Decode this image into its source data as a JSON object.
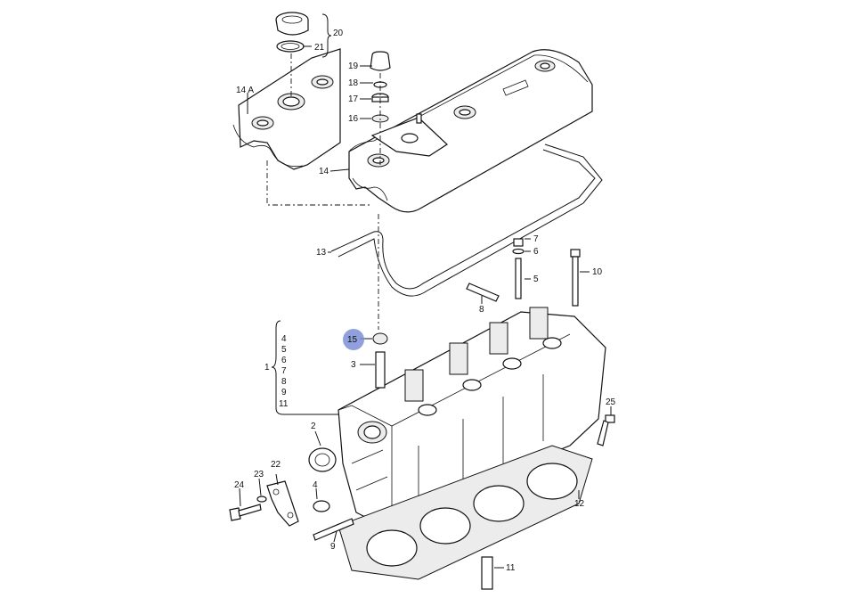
{
  "labels": {
    "p1": "1",
    "p2": "2",
    "p3": "3",
    "p4": "4",
    "p5": "5",
    "p6": "6",
    "p7": "7",
    "p8": "8",
    "p9": "9",
    "p10": "10",
    "p11": "11",
    "p12": "12",
    "p13": "13",
    "p14": "14",
    "p14a": "14 A",
    "p15": "15",
    "p16": "16",
    "p17": "17",
    "p18": "18",
    "p19": "19",
    "p20": "20",
    "p21": "21",
    "p22": "22",
    "p23": "23",
    "p24": "24",
    "p25": "25",
    "b4": "4",
    "b5": "5",
    "b6": "6",
    "b7": "7",
    "b8": "8",
    "b9": "9",
    "b11": "11",
    "lower4": "4",
    "lower9": "9"
  },
  "highlight": {
    "selected_part": "15",
    "color": "#7d8fd6"
  }
}
